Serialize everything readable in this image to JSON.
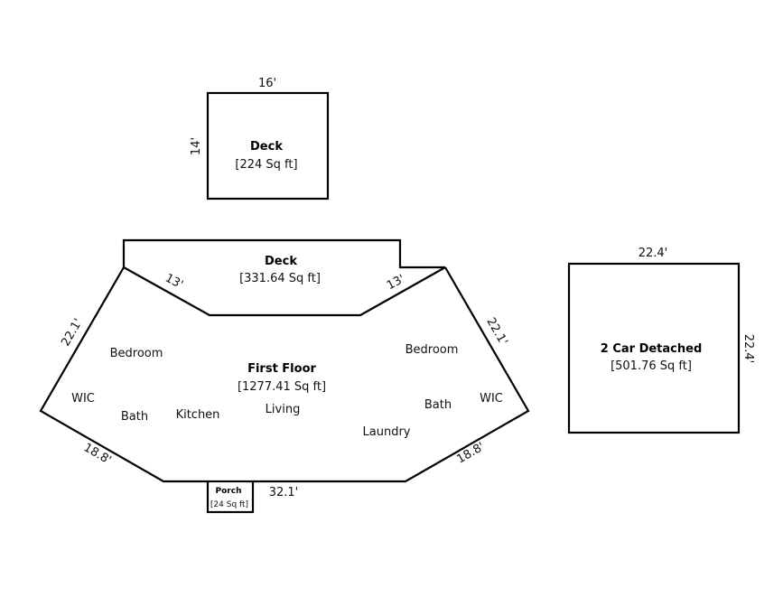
{
  "deck_top": {
    "title": "Deck",
    "area": "[224 Sq ft]",
    "width_dim": "16'",
    "height_dim": "14'"
  },
  "deck_main": {
    "title": "Deck",
    "area": "[331.64 Sq ft]",
    "left_dim": "13'",
    "right_dim": "13'"
  },
  "first_floor": {
    "title": "First Floor",
    "area": "[1277.41 Sq ft]",
    "dims": {
      "left_upper": "22.1'",
      "right_upper": "22.1'",
      "left_lower": "18.8'",
      "right_lower": "18.8'",
      "bottom": "32.1'"
    },
    "rooms": {
      "bedroom_left": "Bedroom",
      "bedroom_right": "Bedroom",
      "wic_left": "WIC",
      "wic_right": "WIC",
      "bath_left": "Bath",
      "bath_right": "Bath",
      "kitchen": "Kitchen",
      "living": "Living",
      "laundry": "Laundry"
    }
  },
  "porch": {
    "title": "Porch",
    "area": "[24 Sq ft]"
  },
  "garage": {
    "title": "2 Car Detached",
    "area": "[501.76 Sq ft]",
    "width_dim": "22.4'",
    "height_dim": "22.4'"
  }
}
